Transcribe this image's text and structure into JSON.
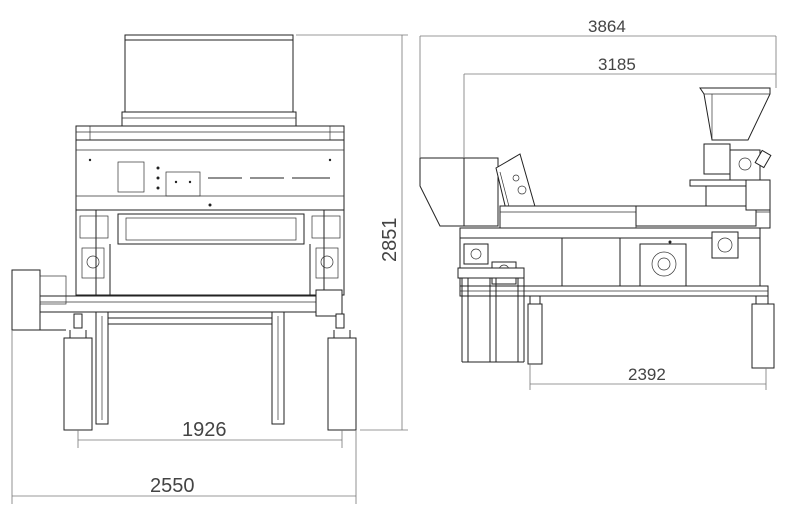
{
  "dimensions": {
    "front_width_inner": "1926",
    "front_width_total": "2550",
    "height": "2851",
    "side_length_total": "3864",
    "side_length_top": "3185",
    "side_support_span": "2392"
  },
  "colors": {
    "line": "#222222",
    "dimension": "#777777",
    "text": "#444444",
    "background": "#ffffff"
  }
}
